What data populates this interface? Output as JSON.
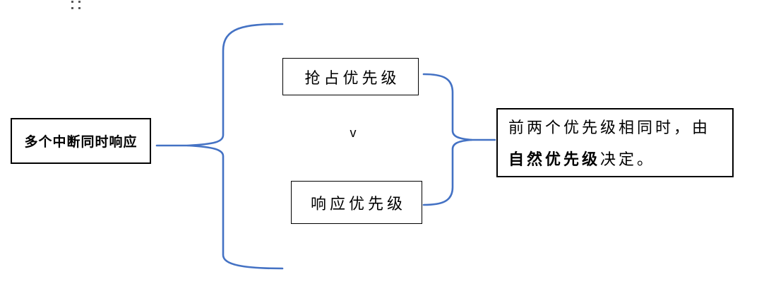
{
  "diagram": {
    "accent_color": "#4472C4",
    "drag_handle_icon": "drag-dots",
    "left_box": {
      "label": "多个中断同时响应"
    },
    "preemption_box": {
      "label": "抢占优先级"
    },
    "comparator_symbol": "v",
    "response_box": {
      "label": "响应优先级"
    },
    "result_box": {
      "line1": "前两个优先级相同时，由",
      "line2_bold": "自然优先级",
      "line2_rest": "决定。"
    }
  }
}
